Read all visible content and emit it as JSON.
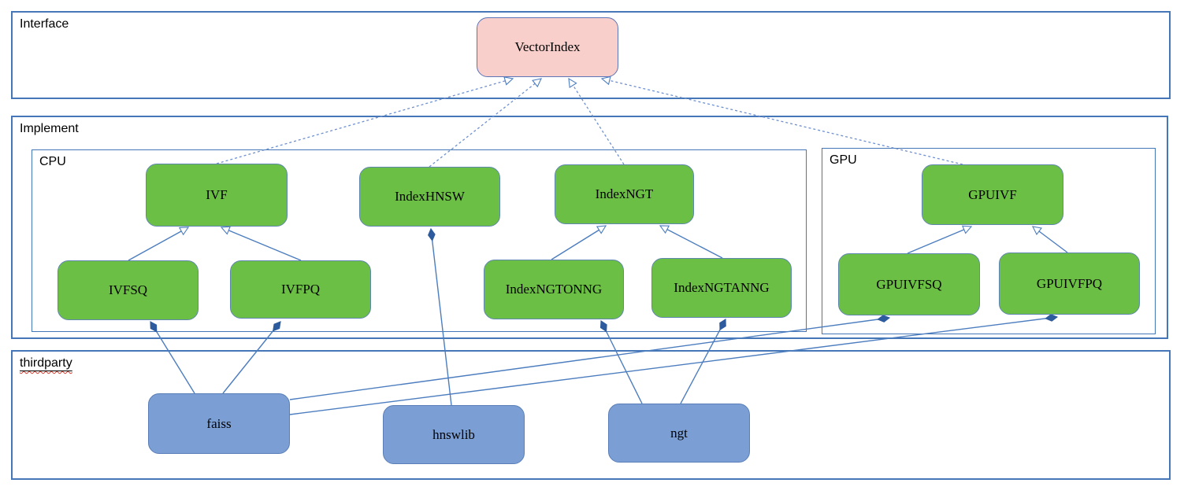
{
  "diagram": {
    "sections": {
      "interface": {
        "label": "Interface"
      },
      "implement": {
        "label": "Implement"
      },
      "cpu": {
        "label": "CPU"
      },
      "gpu": {
        "label": "GPU"
      },
      "thirdparty": {
        "label": "thirdparty"
      }
    },
    "nodes": {
      "vectorindex": {
        "label": "VectorIndex",
        "kind": "interface-class"
      },
      "ivf": {
        "label": "IVF",
        "kind": "cpu-class"
      },
      "indexhnsw": {
        "label": "IndexHNSW",
        "kind": "cpu-class"
      },
      "indexngt": {
        "label": "IndexNGT",
        "kind": "cpu-class"
      },
      "ivfsq": {
        "label": "IVFSQ",
        "kind": "cpu-class"
      },
      "ivfpq": {
        "label": "IVFPQ",
        "kind": "cpu-class"
      },
      "indexngtonng": {
        "label": "IndexNGTONNG",
        "kind": "cpu-class"
      },
      "indexngtanng": {
        "label": "IndexNGTANNG",
        "kind": "cpu-class"
      },
      "gpuivf": {
        "label": "GPUIVF",
        "kind": "gpu-class"
      },
      "gpuivfsq": {
        "label": "GPUIVFSQ",
        "kind": "gpu-class"
      },
      "gpuivfpq": {
        "label": "GPUIVFPQ",
        "kind": "gpu-class"
      },
      "faiss": {
        "label": "faiss",
        "kind": "thirdparty-lib"
      },
      "hnswlib": {
        "label": "hnswlib",
        "kind": "thirdparty-lib"
      },
      "ngt": {
        "label": "ngt",
        "kind": "thirdparty-lib"
      }
    },
    "relations": [
      {
        "from": "IVF",
        "to": "VectorIndex",
        "type": "realization-dashed-hollow-triangle"
      },
      {
        "from": "IndexHNSW",
        "to": "VectorIndex",
        "type": "realization-dashed-hollow-triangle"
      },
      {
        "from": "IndexNGT",
        "to": "VectorIndex",
        "type": "realization-dashed-hollow-triangle"
      },
      {
        "from": "GPUIVF",
        "to": "VectorIndex",
        "type": "realization-dashed-hollow-triangle"
      },
      {
        "from": "IVFSQ",
        "to": "IVF",
        "type": "generalization-hollow-triangle"
      },
      {
        "from": "IVFPQ",
        "to": "IVF",
        "type": "generalization-hollow-triangle"
      },
      {
        "from": "IndexNGTONNG",
        "to": "IndexNGT",
        "type": "generalization-hollow-triangle"
      },
      {
        "from": "IndexNGTANNG",
        "to": "IndexNGT",
        "type": "generalization-hollow-triangle"
      },
      {
        "from": "GPUIVFSQ",
        "to": "GPUIVF",
        "type": "generalization-hollow-triangle"
      },
      {
        "from": "GPUIVFPQ",
        "to": "GPUIVF",
        "type": "generalization-hollow-triangle"
      },
      {
        "from": "IndexHNSW",
        "to": "hnswlib",
        "type": "composition-filled-diamond"
      },
      {
        "from": "IVFSQ",
        "to": "faiss",
        "type": "composition-filled-diamond"
      },
      {
        "from": "IVFPQ",
        "to": "faiss",
        "type": "composition-filled-diamond"
      },
      {
        "from": "IndexNGTONNG",
        "to": "ngt",
        "type": "composition-filled-diamond"
      },
      {
        "from": "IndexNGTANNG",
        "to": "ngt",
        "type": "composition-filled-diamond"
      },
      {
        "from": "GPUIVFSQ",
        "to": "faiss",
        "type": "composition-filled-diamond"
      },
      {
        "from": "GPUIVFPQ",
        "to": "faiss",
        "type": "composition-filled-diamond"
      }
    ],
    "colors": {
      "class_green_fill": "#6cbf45",
      "library_blue_fill": "#7b9fd4",
      "interface_pink_fill": "#f8cfcb",
      "connector_blue": "#4c7dbf",
      "container_border_blue": "#4577b8",
      "diamond_fill": "#2d5b9e",
      "spellcheck_red": "#d03a2b"
    }
  }
}
